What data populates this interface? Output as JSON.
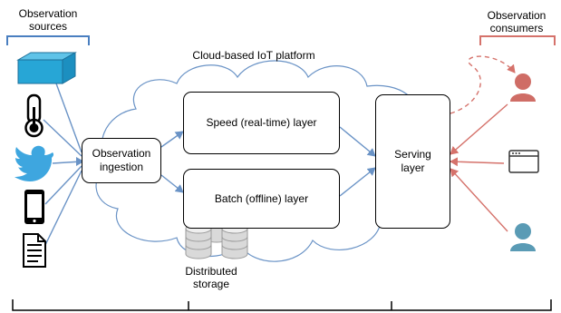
{
  "title": "Cloud-based IoT platform",
  "sources_label": "Observation sources",
  "consumers_label": "Observation consumers",
  "nodes": {
    "ingestion": "Observation ingestion",
    "speed": "Speed (real-time) layer",
    "batch": "Batch (offline) layer",
    "serving": "Serving layer",
    "storage": "Distributed storage"
  },
  "source_icons": [
    "sensor-device-icon",
    "thermometer-icon",
    "twitter-bird-icon",
    "smartphone-icon",
    "document-icon"
  ],
  "consumer_icons": [
    "user-icon",
    "browser-window-icon",
    "user-icon"
  ],
  "colors": {
    "flow_blue": "#6a93c6",
    "consumer_red": "#d5726b",
    "cloud_outline": "#6a93c6",
    "device_cyan": "#27a6d6",
    "twitter_blue": "#3ea6df",
    "user_teal": "#5a9bb5"
  }
}
